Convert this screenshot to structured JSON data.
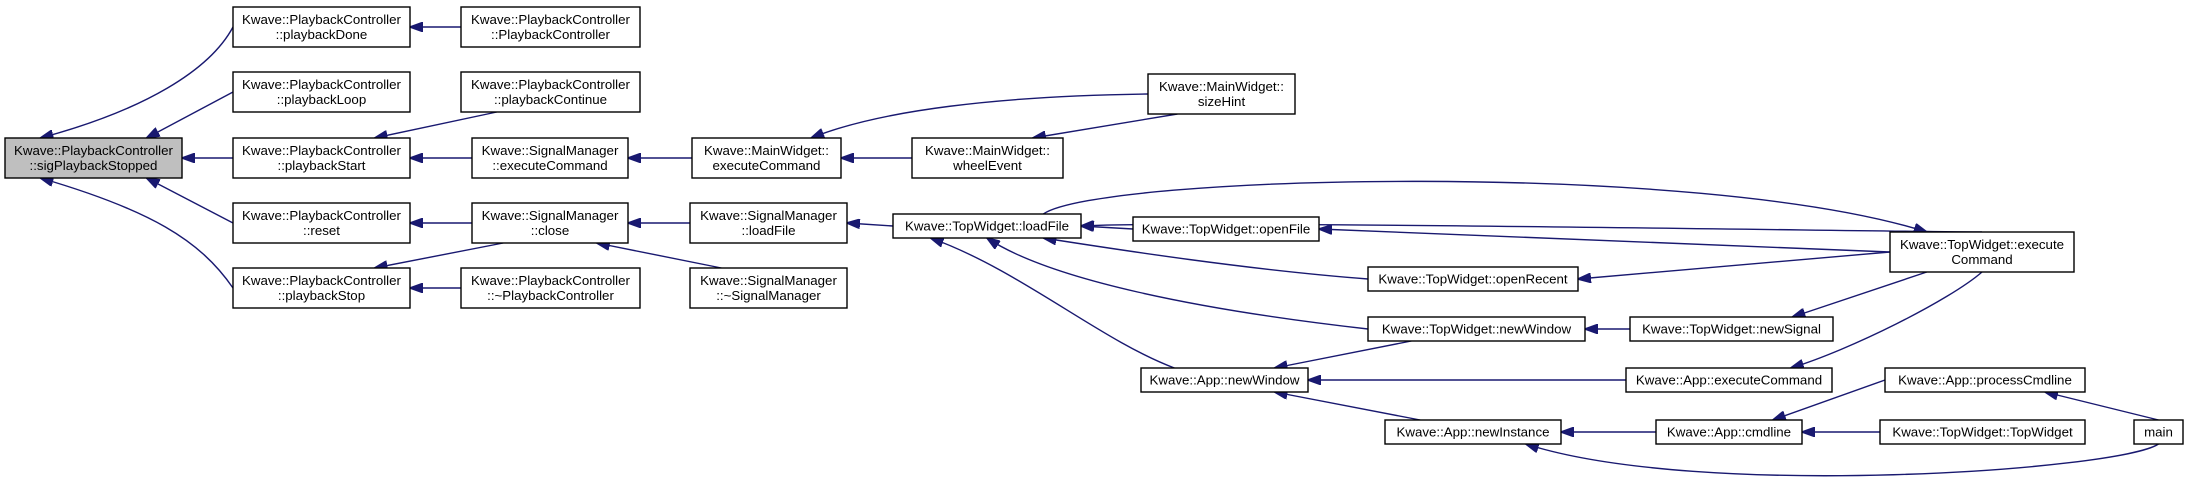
{
  "diagram": {
    "type": "call-graph",
    "colors": {
      "edge": "#191970",
      "root_fill": "#bfbfbf",
      "node_fill": "#ffffff",
      "border": "#000000"
    },
    "nodes": [
      {
        "id": "root",
        "lines": [
          "Kwave::PlaybackController",
          "::sigPlaybackStopped"
        ]
      },
      {
        "id": "pc_done",
        "lines": [
          "Kwave::PlaybackController",
          "::playbackDone"
        ]
      },
      {
        "id": "pc_loop",
        "lines": [
          "Kwave::PlaybackController",
          "::playbackLoop"
        ]
      },
      {
        "id": "pc_start",
        "lines": [
          "Kwave::PlaybackController",
          "::playbackStart"
        ]
      },
      {
        "id": "pc_reset",
        "lines": [
          "Kwave::PlaybackController",
          "::reset"
        ]
      },
      {
        "id": "pc_stop",
        "lines": [
          "Kwave::PlaybackController",
          "::playbackStop"
        ]
      },
      {
        "id": "pc_ctor",
        "lines": [
          "Kwave::PlaybackController",
          "::PlaybackController"
        ]
      },
      {
        "id": "pc_continue",
        "lines": [
          "Kwave::PlaybackController",
          "::playbackContinue"
        ]
      },
      {
        "id": "sm_exec",
        "lines": [
          "Kwave::SignalManager",
          "::executeCommand"
        ]
      },
      {
        "id": "sm_close",
        "lines": [
          "Kwave::SignalManager",
          "::close"
        ]
      },
      {
        "id": "pc_dtor",
        "lines": [
          "Kwave::PlaybackController",
          "::~PlaybackController"
        ]
      },
      {
        "id": "mw_exec",
        "lines": [
          "Kwave::MainWidget::",
          "executeCommand"
        ]
      },
      {
        "id": "sm_load",
        "lines": [
          "Kwave::SignalManager",
          "::loadFile"
        ]
      },
      {
        "id": "sm_dtor",
        "lines": [
          "Kwave::SignalManager",
          "::~SignalManager"
        ]
      },
      {
        "id": "mw_size",
        "lines": [
          "Kwave::MainWidget::",
          "sizeHint"
        ]
      },
      {
        "id": "mw_wheel",
        "lines": [
          "Kwave::MainWidget::",
          "wheelEvent"
        ]
      },
      {
        "id": "tw_load",
        "lines": [
          "Kwave::TopWidget::loadFile"
        ]
      },
      {
        "id": "tw_open",
        "lines": [
          "Kwave::TopWidget::openFile"
        ]
      },
      {
        "id": "tw_recent",
        "lines": [
          "Kwave::TopWidget::openRecent"
        ]
      },
      {
        "id": "tw_newwin",
        "lines": [
          "Kwave::TopWidget::newWindow"
        ]
      },
      {
        "id": "tw_newsig",
        "lines": [
          "Kwave::TopWidget::newSignal"
        ]
      },
      {
        "id": "tw_exec",
        "lines": [
          "Kwave::TopWidget::execute",
          "Command"
        ]
      },
      {
        "id": "app_newwin",
        "lines": [
          "Kwave::App::newWindow"
        ]
      },
      {
        "id": "app_exec",
        "lines": [
          "Kwave::App::executeCommand"
        ]
      },
      {
        "id": "app_newinst",
        "lines": [
          "Kwave::App::newInstance"
        ]
      },
      {
        "id": "app_cmdline",
        "lines": [
          "Kwave::App::cmdline"
        ]
      },
      {
        "id": "app_proc",
        "lines": [
          "Kwave::App::processCmdline"
        ]
      },
      {
        "id": "tw_ctor",
        "lines": [
          "Kwave::TopWidget::TopWidget"
        ]
      },
      {
        "id": "main",
        "lines": [
          "main"
        ]
      }
    ],
    "edges": [
      {
        "from": "pc_done",
        "to": "root"
      },
      {
        "from": "pc_loop",
        "to": "root"
      },
      {
        "from": "pc_start",
        "to": "root"
      },
      {
        "from": "pc_reset",
        "to": "root"
      },
      {
        "from": "pc_stop",
        "to": "root"
      },
      {
        "from": "pc_ctor",
        "to": "pc_done"
      },
      {
        "from": "pc_continue",
        "to": "pc_start"
      },
      {
        "from": "sm_exec",
        "to": "pc_start"
      },
      {
        "from": "sm_close",
        "to": "pc_reset"
      },
      {
        "from": "sm_close",
        "to": "pc_stop"
      },
      {
        "from": "pc_dtor",
        "to": "pc_stop"
      },
      {
        "from": "mw_exec",
        "to": "sm_exec"
      },
      {
        "from": "sm_load",
        "to": "sm_close"
      },
      {
        "from": "sm_dtor",
        "to": "sm_close"
      },
      {
        "from": "mw_size",
        "to": "mw_exec"
      },
      {
        "from": "mw_wheel",
        "to": "mw_exec"
      },
      {
        "from": "mw_size",
        "to": "mw_wheel"
      },
      {
        "from": "tw_load",
        "to": "sm_load"
      },
      {
        "from": "tw_open",
        "to": "tw_load"
      },
      {
        "from": "tw_recent",
        "to": "tw_load"
      },
      {
        "from": "tw_newwin",
        "to": "tw_load"
      },
      {
        "from": "app_newwin",
        "to": "tw_load"
      },
      {
        "from": "tw_exec",
        "to": "tw_load"
      },
      {
        "from": "tw_exec",
        "to": "tw_open"
      },
      {
        "from": "tw_exec",
        "to": "tw_recent"
      },
      {
        "from": "tw_load",
        "to": "tw_exec"
      },
      {
        "from": "tw_newsig",
        "to": "tw_newwin"
      },
      {
        "from": "tw_exec",
        "to": "tw_newsig"
      },
      {
        "from": "tw_newwin",
        "to": "app_newwin"
      },
      {
        "from": "app_exec",
        "to": "app_newwin"
      },
      {
        "from": "app_newinst",
        "to": "app_newwin"
      },
      {
        "from": "tw_exec",
        "to": "app_exec"
      },
      {
        "from": "app_cmdline",
        "to": "app_newinst"
      },
      {
        "from": "main",
        "to": "app_newinst"
      },
      {
        "from": "app_proc",
        "to": "app_cmdline"
      },
      {
        "from": "tw_ctor",
        "to": "app_cmdline"
      },
      {
        "from": "main",
        "to": "app_proc"
      }
    ]
  }
}
